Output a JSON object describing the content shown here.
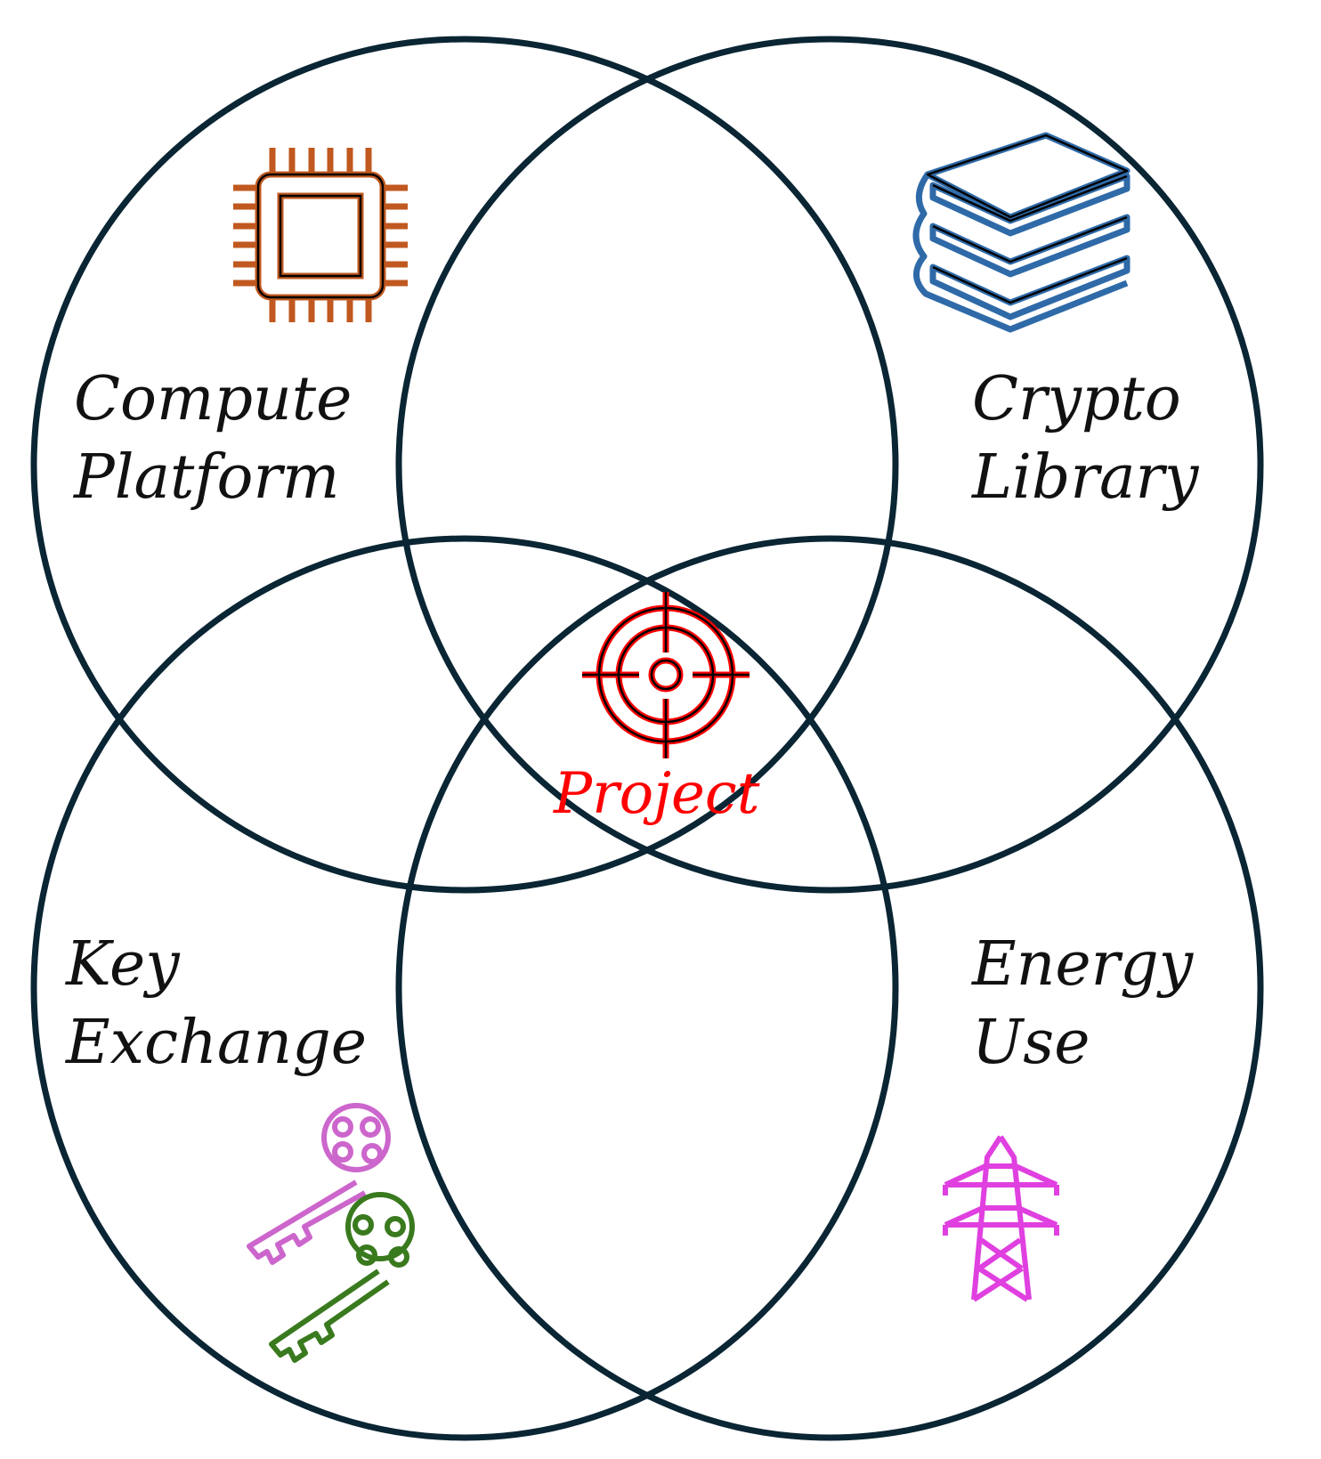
{
  "diagram": {
    "type": "venn",
    "sets": [
      {
        "id": "compute",
        "line1": "Compute",
        "line2": "Platform",
        "icon": "cpu-chip-icon",
        "icon_color": "#c0581f"
      },
      {
        "id": "crypto",
        "line1": "Crypto",
        "line2": "Library",
        "icon": "books-stack-icon",
        "icon_color": "#2f6aa8"
      },
      {
        "id": "key",
        "line1": "Key",
        "line2": "Exchange",
        "icon": "keys-icon",
        "icon_color": [
          "#cc66cc",
          "#3a7a1e"
        ]
      },
      {
        "id": "energy",
        "line1": "Energy",
        "line2": "Use",
        "icon": "power-pylon-icon",
        "icon_color": "#e040e0"
      }
    ],
    "center": {
      "label": "Project",
      "icon": "target-icon",
      "color": "#ff0000"
    },
    "outline_color": "#0a2533"
  }
}
